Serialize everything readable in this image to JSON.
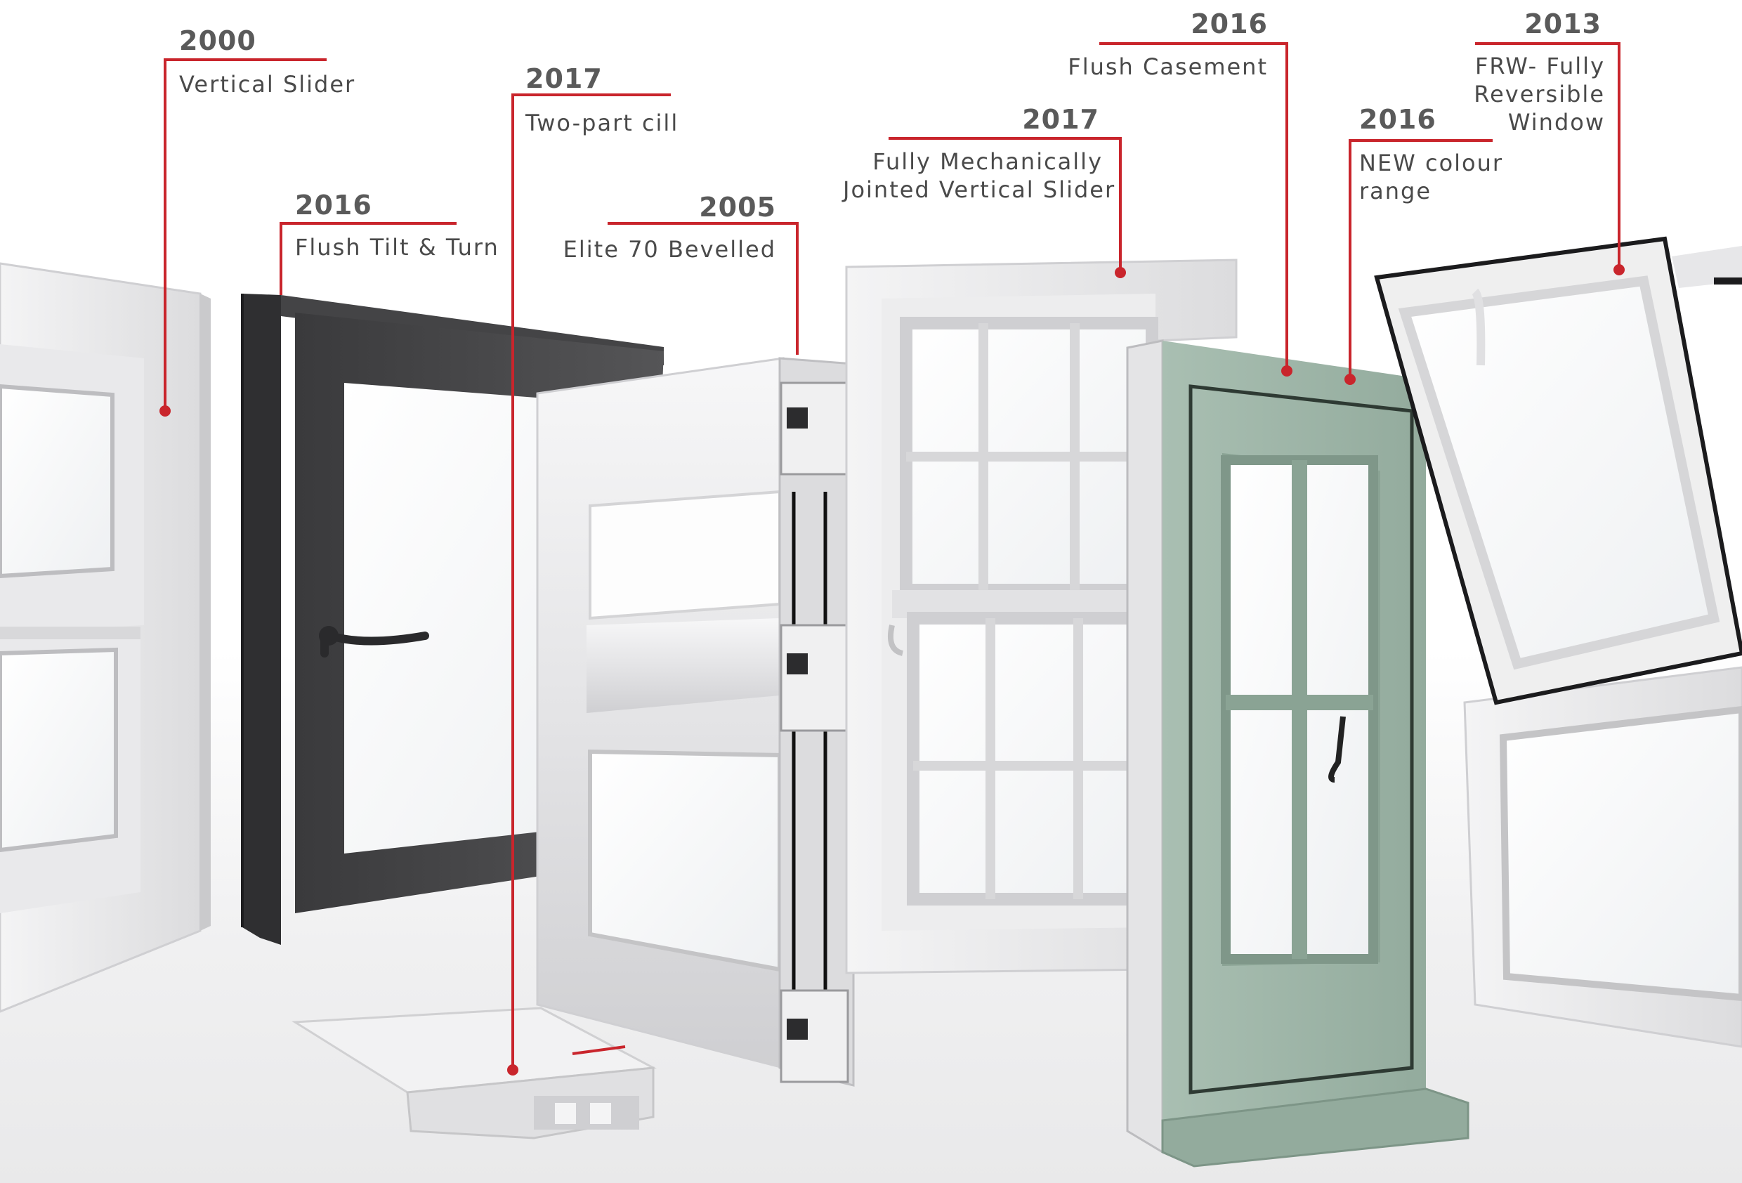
{
  "accent_color": "#c9252c",
  "callouts": [
    {
      "year": "2000",
      "name": "Vertical Slider"
    },
    {
      "year": "2017",
      "name": "Two-part cill"
    },
    {
      "year": "2016",
      "name": "Flush Tilt & Turn"
    },
    {
      "year": "2005",
      "name": "Elite 70 Bevelled"
    },
    {
      "year": "2017",
      "name": "Fully Mechanically\nJointed Vertical Slider"
    },
    {
      "year": "2016",
      "name": "Flush Casement"
    },
    {
      "year": "2016",
      "name": "NEW colour\nrange"
    },
    {
      "year": "2013",
      "name": "FRW- Fully\nReversible\nWindow"
    }
  ],
  "icons": [
    "vertical-slider-window",
    "tilt-turn-window",
    "two-part-cill",
    "bevelled-profile-section",
    "mechanically-jointed-slider",
    "flush-casement-window",
    "reversible-window"
  ]
}
